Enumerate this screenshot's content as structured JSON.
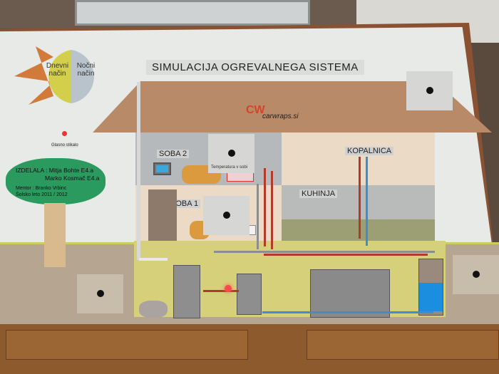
{
  "title": "SIMULACIJA OGREVALNEGA SISTEMA",
  "modes": {
    "day": "Dnevni način",
    "night": "Nočni način"
  },
  "switch_label": "Glasno stikalo",
  "credits": {
    "made_by": "IZDELALA : Mitja Bohte E4.a",
    "made_by_2": "Marko Kosmač E4.a",
    "mentor": "Mentor : Branko Vrbinc",
    "year": "Šolsko leto 2011 / 2012"
  },
  "logo": {
    "mark": "CW",
    "text": "carwraps.si"
  },
  "rooms": {
    "soba2": "SOBA 2",
    "soba1": "SOBA 1",
    "kopalnica": "KOPALNICA",
    "kuhinja": "KUHINJA"
  },
  "gauge_label": "Temperatura v sobi",
  "colors": {
    "roof": "#b98a68",
    "basement": "#d6d07a",
    "hot_pipe": "#b33a2a",
    "cold_pipe": "#3a8fd0"
  }
}
